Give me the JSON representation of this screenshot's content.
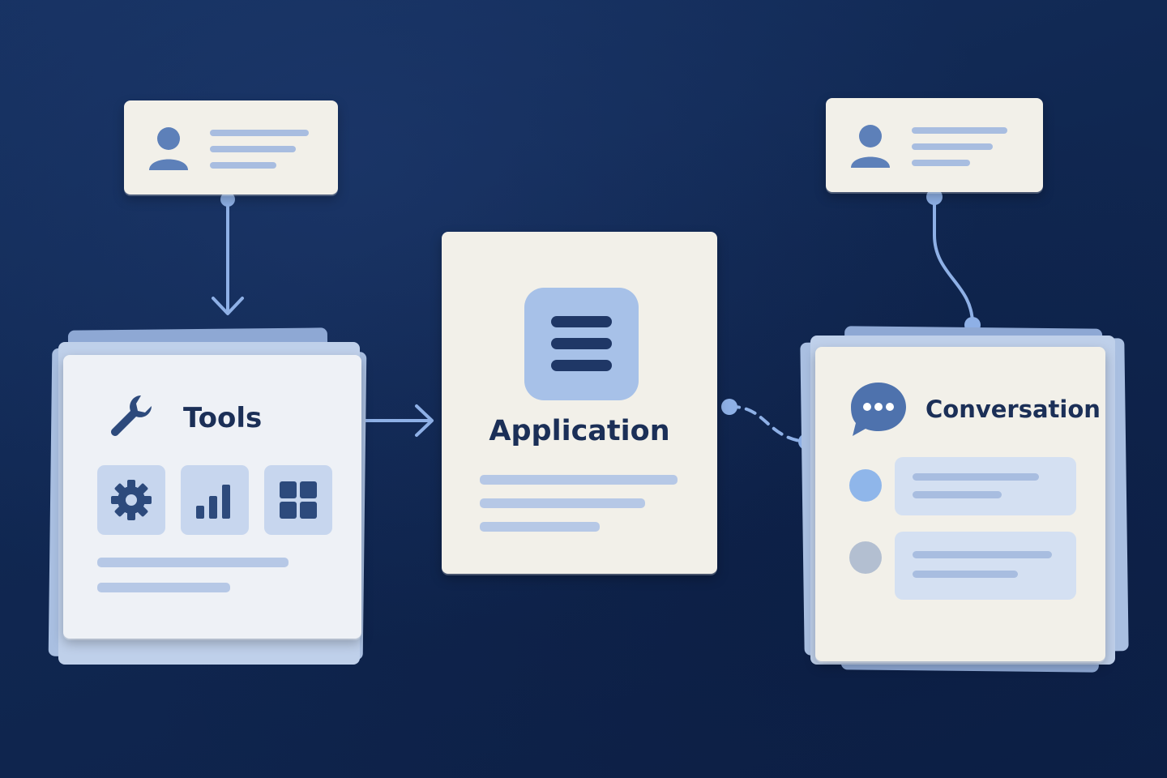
{
  "nodes": {
    "tools": {
      "title": "Tools",
      "icon": "wrench-icon",
      "tiles": [
        "gear-icon",
        "bar-chart-icon",
        "grid-icon"
      ]
    },
    "application": {
      "title": "Application",
      "icon": "menu-icon"
    },
    "conversation": {
      "title": "Conversation",
      "icon": "chat-bubble-icon",
      "messages": 2
    },
    "user_left": {
      "icon": "user-icon"
    },
    "user_right": {
      "icon": "user-icon"
    }
  },
  "edges": [
    {
      "from": "user_left",
      "to": "tools",
      "style": "solid-arrow"
    },
    {
      "from": "tools",
      "to": "application",
      "style": "solid-arrow"
    },
    {
      "from": "application",
      "to": "conversation",
      "style": "dashed"
    },
    {
      "from": "user_right",
      "to": "conversation",
      "style": "curved-line"
    }
  ],
  "colors": {
    "background": "#112a56",
    "card": "#f2f0e9",
    "accent_light": "#a8bde0",
    "accent_mid": "#7fa5dd",
    "icon_dark": "#2d4a7c",
    "text": "#1b2f57"
  }
}
